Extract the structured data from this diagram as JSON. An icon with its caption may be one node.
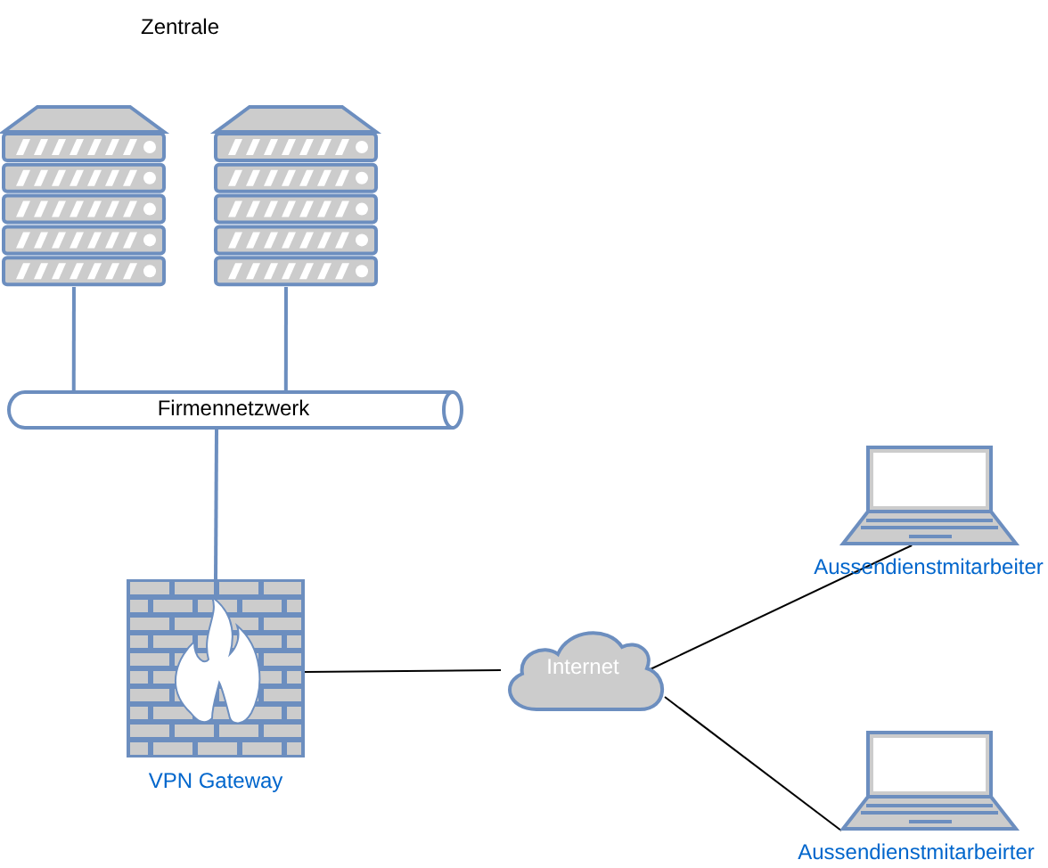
{
  "diagram": {
    "nodes": [
      {
        "text": [],
        "shape": "server"
      },
      {
        "text": [],
        "shape": "server"
      },
      {
        "text": [
          "Firmennetzwerk"
        ]
      },
      {
        "text": [
          "VPN Gateway"
        ]
      },
      {
        "text": [
          "Internet"
        ]
      },
      {
        "text": [
          "Aussendienstmitarbeiter"
        ]
      },
      {
        "text": [
          "Aussendienstmitarbeirter"
        ]
      }
    ],
    "edges": [
      {
        "from": 0,
        "to": 2,
        "arrow": "none",
        "color": "#6c8ebf"
      },
      {
        "from": 1,
        "to": 2,
        "arrow": "none",
        "color": "#6c8ebf"
      },
      {
        "from": 2,
        "to": 3,
        "arrow": "none",
        "color": "#6c8ebf"
      },
      {
        "from": 3,
        "to": 4,
        "arrow": "none",
        "color": "#000000"
      },
      {
        "from": 4,
        "to": 5,
        "arrow": "none",
        "color": "#000000"
      },
      {
        "from": 4,
        "to": 6,
        "arrow": "none",
        "color": "#000000"
      }
    ],
    "labels": [
      "Zentrale"
    ]
  }
}
